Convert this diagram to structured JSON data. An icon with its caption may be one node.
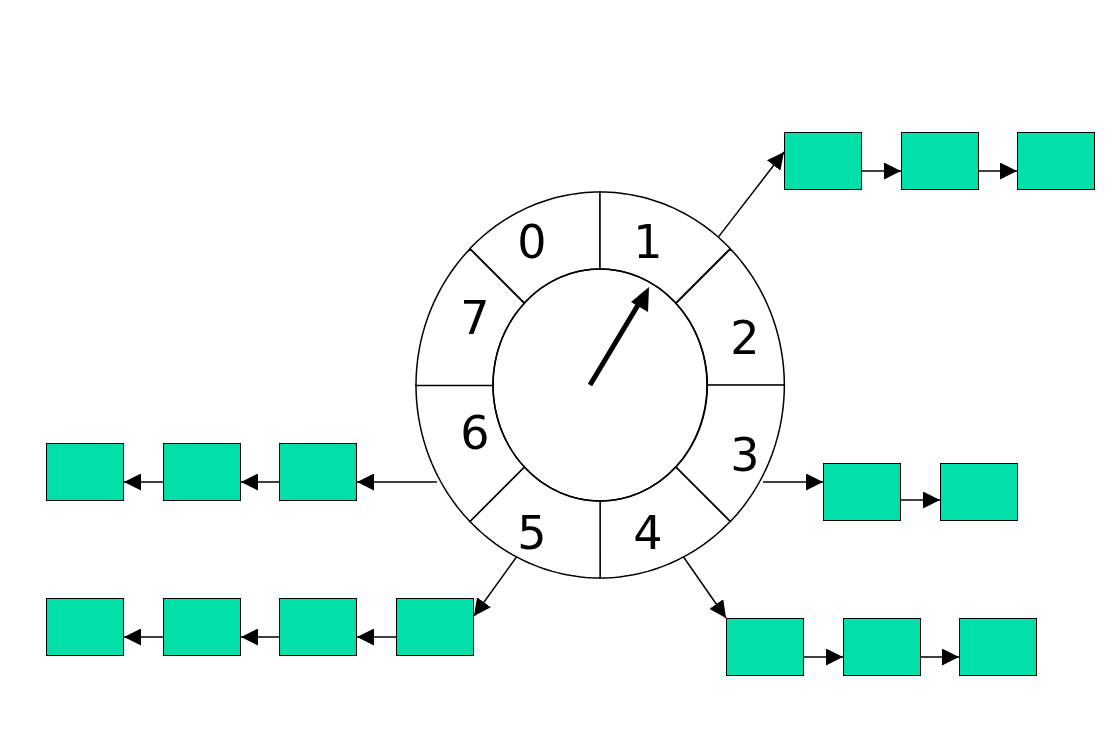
{
  "diagram": {
    "nodes": [
      {
        "text": [
          "0"
        ]
      },
      {
        "text": [
          "1"
        ]
      },
      {
        "text": [
          "2"
        ]
      },
      {
        "text": [
          "3"
        ]
      },
      {
        "text": [
          "4"
        ]
      },
      {
        "text": [
          "5"
        ]
      },
      {
        "text": [
          "6"
        ]
      },
      {
        "text": [
          "7"
        ]
      },
      {
        "text": [],
        "shape": "box"
      },
      {
        "text": [],
        "shape": "box"
      },
      {
        "text": [],
        "shape": "box"
      },
      {
        "text": [],
        "shape": "box"
      },
      {
        "text": [],
        "shape": "box"
      },
      {
        "text": [],
        "shape": "box"
      },
      {
        "text": [],
        "shape": "box"
      },
      {
        "text": [],
        "shape": "box"
      },
      {
        "text": [],
        "shape": "box"
      },
      {
        "text": [],
        "shape": "box"
      },
      {
        "text": [],
        "shape": "box"
      },
      {
        "text": [],
        "shape": "box"
      },
      {
        "text": [],
        "shape": "box"
      },
      {
        "text": [],
        "shape": "box"
      },
      {
        "text": [],
        "shape": "box"
      }
    ],
    "edges": [
      {
        "from": 1,
        "to": 8,
        "arrow": "to"
      },
      {
        "from": 8,
        "to": 9,
        "arrow": "to"
      },
      {
        "from": 9,
        "to": 10,
        "arrow": "to"
      },
      {
        "from": 6,
        "to": 13,
        "arrow": "to"
      },
      {
        "from": 13,
        "to": 12,
        "arrow": "to"
      },
      {
        "from": 12,
        "to": 11,
        "arrow": "to"
      },
      {
        "from": 3,
        "to": 14,
        "arrow": "to"
      },
      {
        "from": 14,
        "to": 15,
        "arrow": "to"
      },
      {
        "from": 5,
        "to": 19,
        "arrow": "to"
      },
      {
        "from": 19,
        "to": 18,
        "arrow": "to"
      },
      {
        "from": 18,
        "to": 17,
        "arrow": "to"
      },
      {
        "from": 17,
        "to": 16,
        "arrow": "to"
      },
      {
        "from": 4,
        "to": 20,
        "arrow": "to"
      },
      {
        "from": 20,
        "to": 21,
        "arrow": "to"
      },
      {
        "from": 21,
        "to": 22,
        "arrow": "to"
      }
    ]
  }
}
